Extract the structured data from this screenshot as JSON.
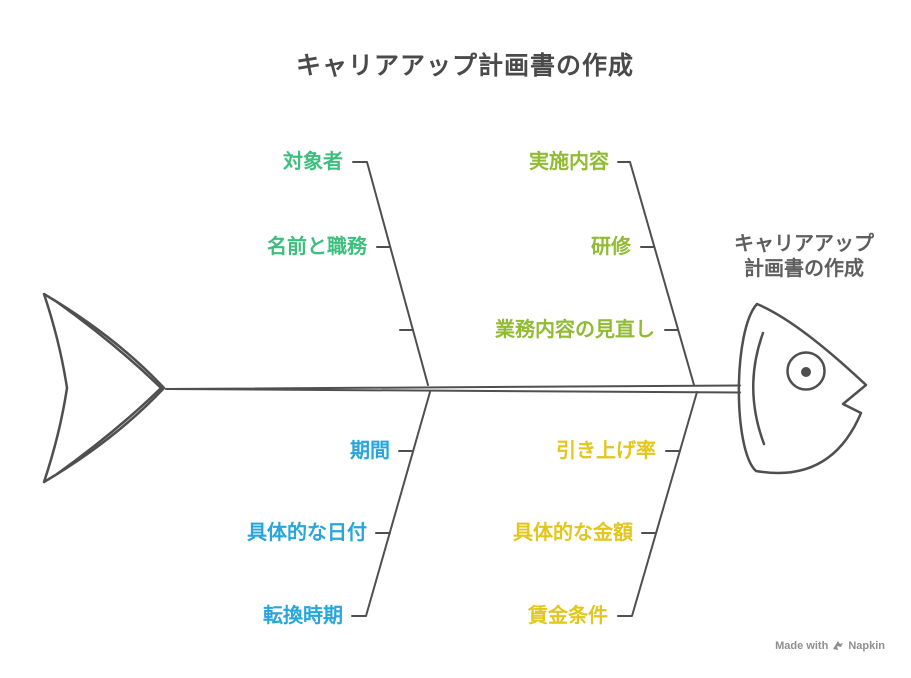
{
  "title": "キャリアアップ計画書の作成",
  "diagram": {
    "type": "fishbone",
    "head_label": {
      "line1": "キャリアアップ",
      "line2": "計画書の作成"
    },
    "colors": {
      "bone": "#4F4F4F",
      "top_left_branch": "#3EBE7E",
      "top_right_branch": "#90BB33",
      "bottom_left_branch": "#27A6DB",
      "bottom_right_branch": "#E3C61B"
    },
    "branches": [
      {
        "position": "top-left",
        "color": "#3EBE7E",
        "end_label": "対象者",
        "mid_labels": [
          "名前と職務"
        ]
      },
      {
        "position": "top-right",
        "color": "#90BB33",
        "end_label": "実施内容",
        "mid_labels": [
          "研修",
          "業務内容の見直し"
        ]
      },
      {
        "position": "bottom-left",
        "color": "#27A6DB",
        "end_label": "転換時期",
        "mid_labels": [
          "期間",
          "具体的な日付"
        ]
      },
      {
        "position": "bottom-right",
        "color": "#E3C61B",
        "end_label": "賃金条件",
        "mid_labels": [
          "引き上げ率",
          "具体的な金額"
        ]
      }
    ]
  },
  "watermark": {
    "prefix": "Made with",
    "brand": "Napkin"
  }
}
